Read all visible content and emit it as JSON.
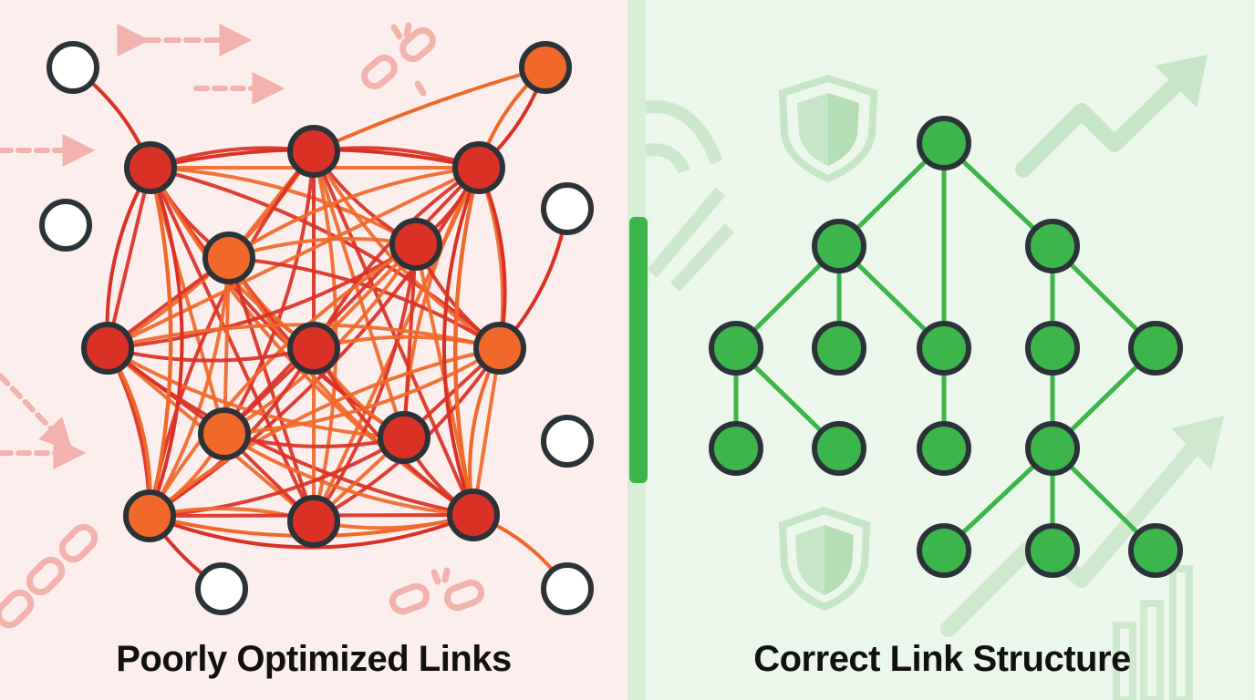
{
  "left_panel": {
    "title": "Poorly Optimized Links",
    "background": "#fbeeec",
    "node_colors": {
      "red": "#d93125",
      "orange": "#f0682a",
      "empty": "#ffffff",
      "outline": "#2b3338"
    },
    "edge_colors": [
      "#d93125",
      "#f0682a"
    ],
    "nodes": [
      {
        "id": "n1",
        "fill": "red"
      },
      {
        "id": "n2",
        "fill": "red"
      },
      {
        "id": "n3",
        "fill": "red"
      },
      {
        "id": "n4",
        "fill": "orange"
      },
      {
        "id": "n5",
        "fill": "red"
      },
      {
        "id": "n6",
        "fill": "red"
      },
      {
        "id": "n7",
        "fill": "red"
      },
      {
        "id": "n8",
        "fill": "orange"
      },
      {
        "id": "n9",
        "fill": "orange"
      },
      {
        "id": "n10",
        "fill": "red"
      },
      {
        "id": "n11",
        "fill": "orange"
      },
      {
        "id": "n12",
        "fill": "red"
      },
      {
        "id": "n13",
        "fill": "red"
      },
      {
        "id": "c1",
        "fill": "orange"
      },
      {
        "id": "e1",
        "fill": "empty"
      },
      {
        "id": "e2",
        "fill": "empty"
      },
      {
        "id": "e3",
        "fill": "empty"
      },
      {
        "id": "e4",
        "fill": "empty"
      },
      {
        "id": "e5",
        "fill": "empty"
      },
      {
        "id": "e6",
        "fill": "empty"
      }
    ],
    "decorations": [
      "dashed-arrow-icon",
      "broken-chain-icon"
    ]
  },
  "right_panel": {
    "title": "Correct Link Structure",
    "background": "#eaf7ea",
    "node_color": "#3cb54a",
    "edge_color": "#3cb54a",
    "outline": "#2b3338",
    "accent_bar": "#3cb54a",
    "tree": [
      {
        "id": "root",
        "parent": null
      },
      {
        "id": "a",
        "parent": "root"
      },
      {
        "id": "b",
        "parent": "root"
      },
      {
        "id": "m",
        "parent": "root"
      },
      {
        "id": "a1",
        "parent": "a"
      },
      {
        "id": "a2",
        "parent": "a"
      },
      {
        "id": "a3",
        "parent": "a"
      },
      {
        "id": "b1",
        "parent": "b"
      },
      {
        "id": "b2",
        "parent": "b"
      },
      {
        "id": "a1a",
        "parent": "a1"
      },
      {
        "id": "a1b",
        "parent": "a1"
      },
      {
        "id": "m1",
        "parent": "m"
      },
      {
        "id": "b3",
        "parent": "b1"
      },
      {
        "id": "b3a",
        "parent": "b3"
      },
      {
        "id": "b3b",
        "parent": "b3"
      },
      {
        "id": "b3c",
        "parent": "b3"
      }
    ],
    "decorations": [
      "shield-icon",
      "trend-arrow-icon",
      "bar-chart-icon"
    ]
  }
}
